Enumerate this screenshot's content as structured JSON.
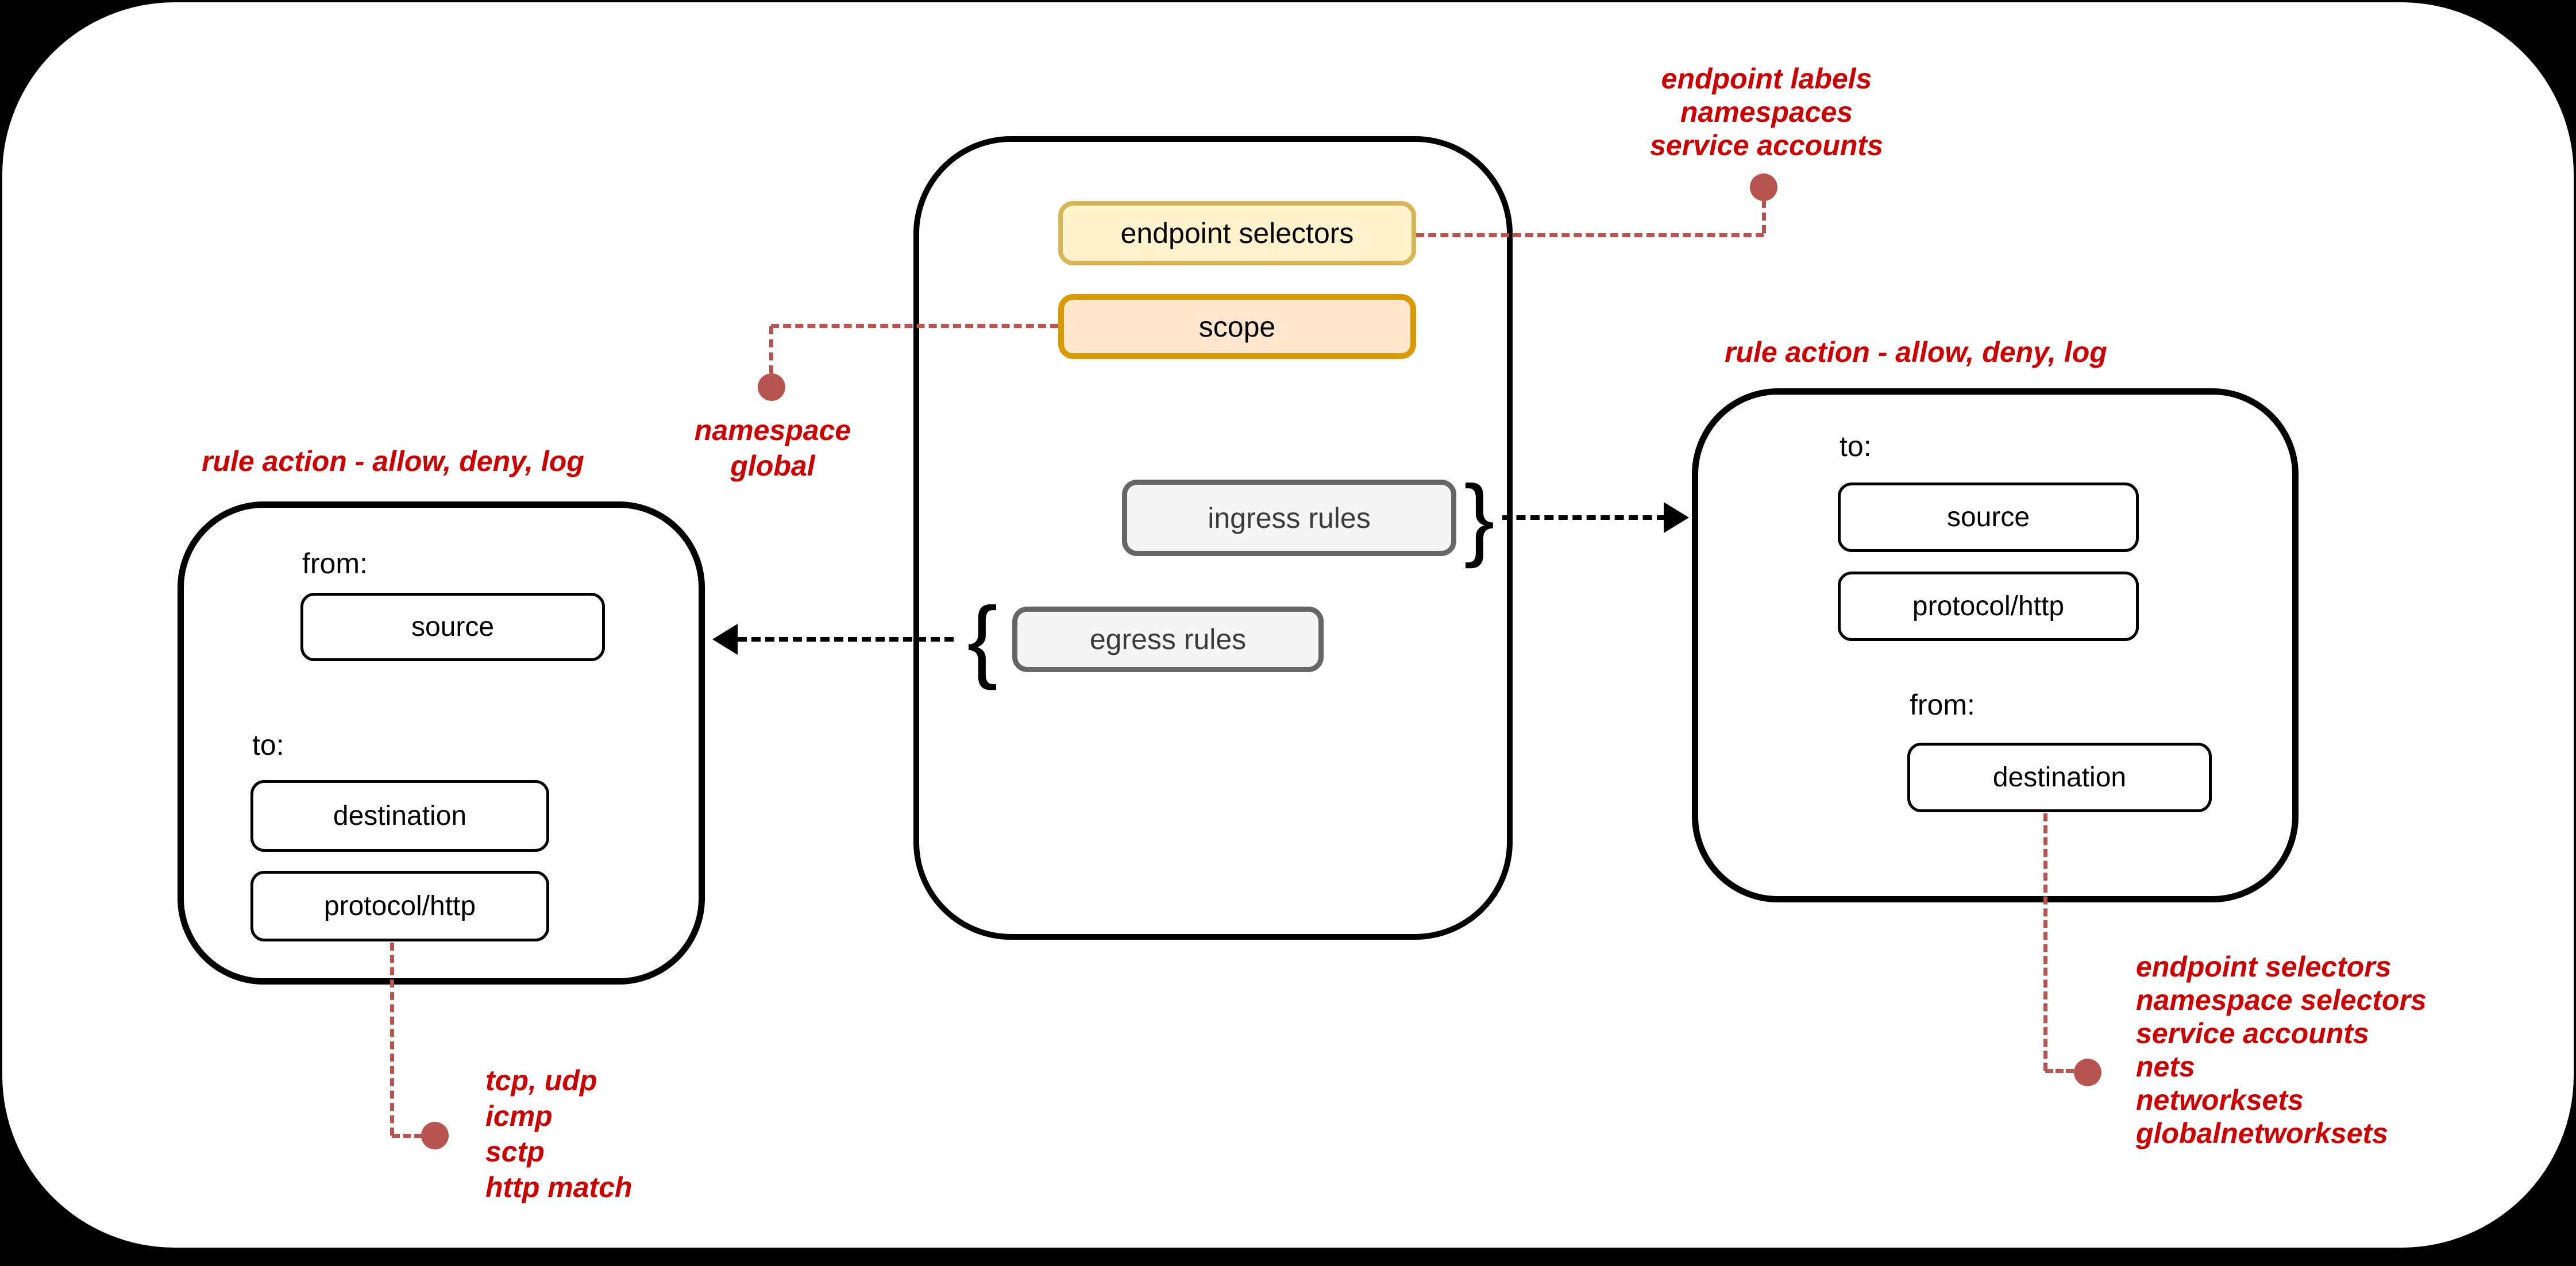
{
  "policy_container": {
    "endpoint_selectors_label": "endpoint selectors",
    "scope_label": "scope",
    "ingress_rules_label": "ingress rules",
    "egress_rules_label": "egress rules",
    "open_brace": "{",
    "close_brace": "}"
  },
  "egress_rule_box": {
    "title": "rule action - allow, deny, log",
    "from_label": "from:",
    "source_label": "source",
    "to_label": "to:",
    "destination_label": "destination",
    "protocol_label": "protocol/http"
  },
  "ingress_rule_box": {
    "title": "rule action - allow, deny, log",
    "to_label": "to:",
    "source_label": "source",
    "protocol_label": "protocol/http",
    "from_label": "from:",
    "destination_label": "destination"
  },
  "annotations": {
    "endpoint_selectors": [
      "endpoint labels",
      "namespaces",
      "service accounts"
    ],
    "scope": [
      "namespace",
      "global"
    ],
    "protocols": [
      "tcp, udp",
      "icmp",
      "sctp",
      "http match"
    ],
    "destination_entities": [
      "endpoint selectors",
      "namespace selectors",
      "service accounts",
      "nets",
      "networksets",
      "globalnetworksets"
    ]
  },
  "colors": {
    "annotation_text": "#CC0000",
    "connector_red": "#B85450",
    "yellow_fill": "#FFF2CC",
    "yellow_border": "#D6B656",
    "orange_fill": "#FFE6CC",
    "orange_border": "#D79B00",
    "gray_fill": "#F5F5F5",
    "gray_border": "#666666",
    "background": "#000000",
    "canvas": "#FFFFFF"
  }
}
